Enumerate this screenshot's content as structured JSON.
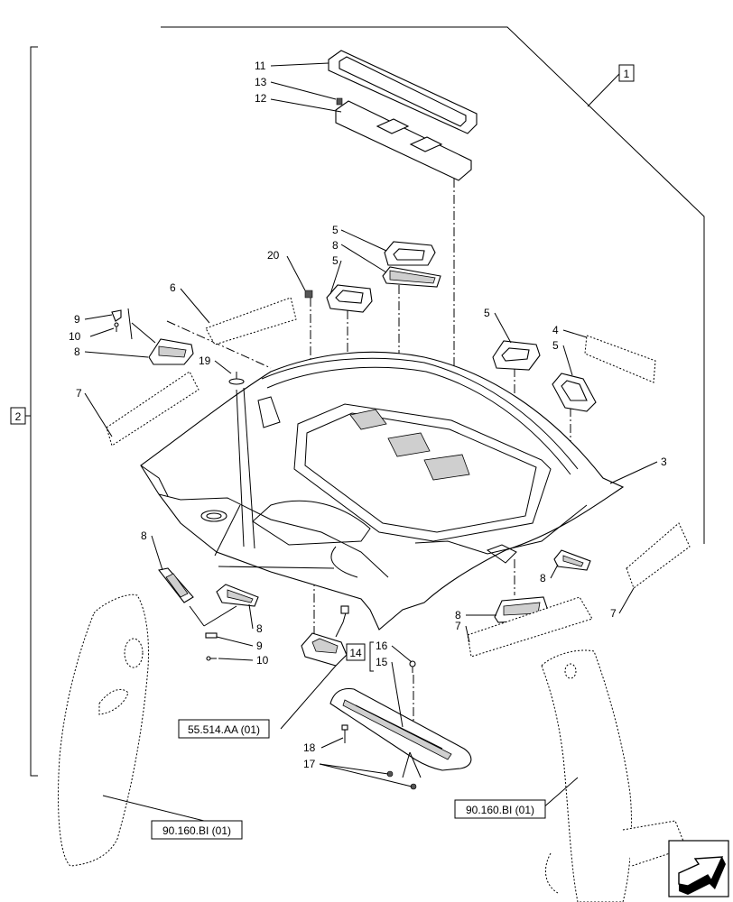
{
  "callouts": [
    {
      "id": "c11",
      "text": "11"
    },
    {
      "id": "c13",
      "text": "13"
    },
    {
      "id": "c12",
      "text": "12"
    },
    {
      "id": "c5a",
      "text": "5"
    },
    {
      "id": "c8a",
      "text": "8"
    },
    {
      "id": "c5b",
      "text": "5"
    },
    {
      "id": "c20",
      "text": "20"
    },
    {
      "id": "c6",
      "text": "6"
    },
    {
      "id": "c9a",
      "text": "9"
    },
    {
      "id": "c10a",
      "text": "10"
    },
    {
      "id": "c8b",
      "text": "8"
    },
    {
      "id": "c19",
      "text": "19"
    },
    {
      "id": "c7a",
      "text": "7"
    },
    {
      "id": "c5c",
      "text": "5"
    },
    {
      "id": "c4",
      "text": "4"
    },
    {
      "id": "c5d",
      "text": "5"
    },
    {
      "id": "c3",
      "text": "3"
    },
    {
      "id": "c8c",
      "text": "8"
    },
    {
      "id": "c8d",
      "text": "8"
    },
    {
      "id": "c8e",
      "text": "8"
    },
    {
      "id": "c7b",
      "text": "7"
    },
    {
      "id": "c7c",
      "text": "7"
    },
    {
      "id": "c8f",
      "text": "8"
    },
    {
      "id": "c9b",
      "text": "9"
    },
    {
      "id": "c10b",
      "text": "10"
    },
    {
      "id": "c16",
      "text": "16"
    },
    {
      "id": "c15",
      "text": "15"
    },
    {
      "id": "c18",
      "text": "18"
    },
    {
      "id": "c17",
      "text": "17"
    }
  ],
  "boxed_labels": {
    "group1": "1",
    "group2": "2",
    "group14": "14"
  },
  "references": {
    "ref_lamp": "55.514.AA (01)",
    "ref_pillar_left": "90.160.BI (01)",
    "ref_pillar_right": "90.160.BI (01)"
  },
  "nav_icon": "arrow-right-icon"
}
